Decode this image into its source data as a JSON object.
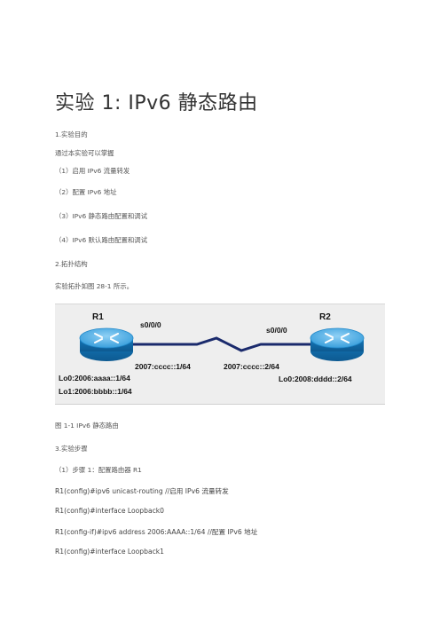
{
  "doc": {
    "title": "实验 1: IPv6  静态路由",
    "lines": [
      "1.实验目的",
      "通过本实验可以掌握",
      "（1）启用  IPv6  流量转发",
      "（2）配置  IPv6  地址",
      "（3）IPv6  静态路由配置和调试",
      "（4）IPv6  默认路由配置和调试",
      "2.拓扑结构",
      "实验拓扑如图  28-1  所示。"
    ],
    "caption": "图  1-1 IPv6  静态路由",
    "section3": "3.实验步骤",
    "step1": "（1）步骤  1：配置路由器  R1",
    "commands": [
      "R1(config)#ipv6 unicast-routing //启用  IPv6  流量转发",
      "R1(config)#interface Loopback0",
      "R1(config-if)#ipv6 address 2006:AAAA::1/64 //配置  IPv6  地址",
      "R1(config)#interface Loopback1"
    ]
  },
  "topology": {
    "r1_name": "R1",
    "r2_name": "R2",
    "r1_serial": "s0/0/0",
    "r2_serial": "s0/0/0",
    "r1_serial_addr": "2007:cccc::1/64",
    "r2_serial_addr": "2007:cccc::2/64",
    "r1_lo0": "Lo0:2006:aaaa::1/64",
    "r1_lo1": "Lo1:2006:bbbb::1/64",
    "r2_lo0": "Lo0:2008:dddd::2/64",
    "colors": {
      "router_body": "#1f86c7",
      "router_top": "#5fb7ea",
      "link": "#1a2a6c",
      "background": "#eeeeee"
    }
  }
}
